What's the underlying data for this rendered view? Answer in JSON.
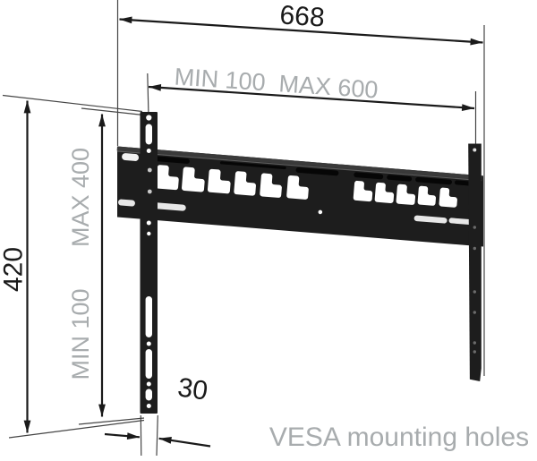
{
  "colors": {
    "background": "#ffffff",
    "line": "#1a1a1a",
    "extension_line": "#454545",
    "gray_label": "#a8acae",
    "bracket": "#1d1d1d",
    "bracket_top": "#3a3a3a",
    "hole_light": "#f2f2f2"
  },
  "labels": {
    "total_width": "668",
    "inner_width": "MIN 100  MAX 600",
    "inner_height_max": "MAX 400",
    "inner_height_min": "MIN 100",
    "total_height": "420",
    "bracket_offset": "30",
    "caption": "VESA mounting holes"
  }
}
